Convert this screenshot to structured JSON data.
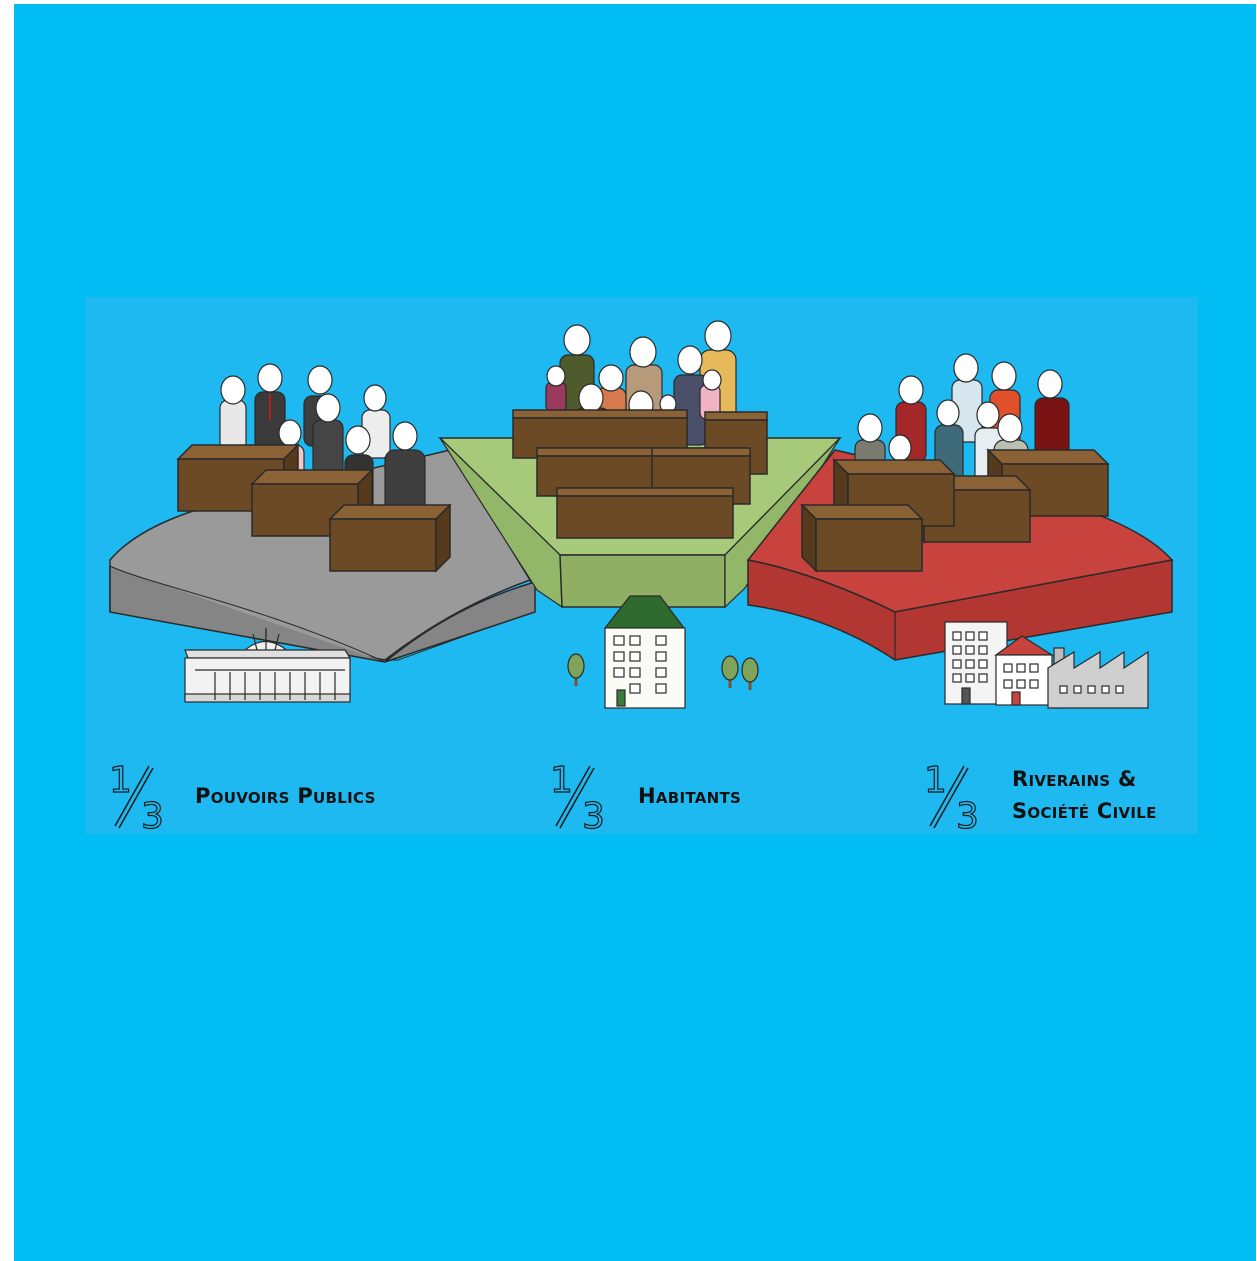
{
  "colors": {
    "background": "#00BEF4",
    "panel": "#1DB9F0",
    "public_platform": "#8C8C8C",
    "residents_platform": "#A7C97A",
    "civil_platform": "#C8423E",
    "bench": "#6B4A25",
    "outline": "#2A2A2A"
  },
  "groups": [
    {
      "id": "pouvoirs-publics",
      "fraction": {
        "numerator": "1",
        "denominator": "3"
      },
      "label_lines": [
        "Pouvoirs Publics"
      ],
      "building_icon": "parliament-icon"
    },
    {
      "id": "habitants",
      "fraction": {
        "numerator": "1",
        "denominator": "3"
      },
      "label_lines": [
        "Habitants"
      ],
      "building_icon": "apartment-building-icon"
    },
    {
      "id": "riverains",
      "fraction": {
        "numerator": "1",
        "denominator": "3"
      },
      "label_lines": [
        "Riverains &",
        "Société Civile"
      ],
      "building_icon": "town-and-factory-icon"
    }
  ]
}
